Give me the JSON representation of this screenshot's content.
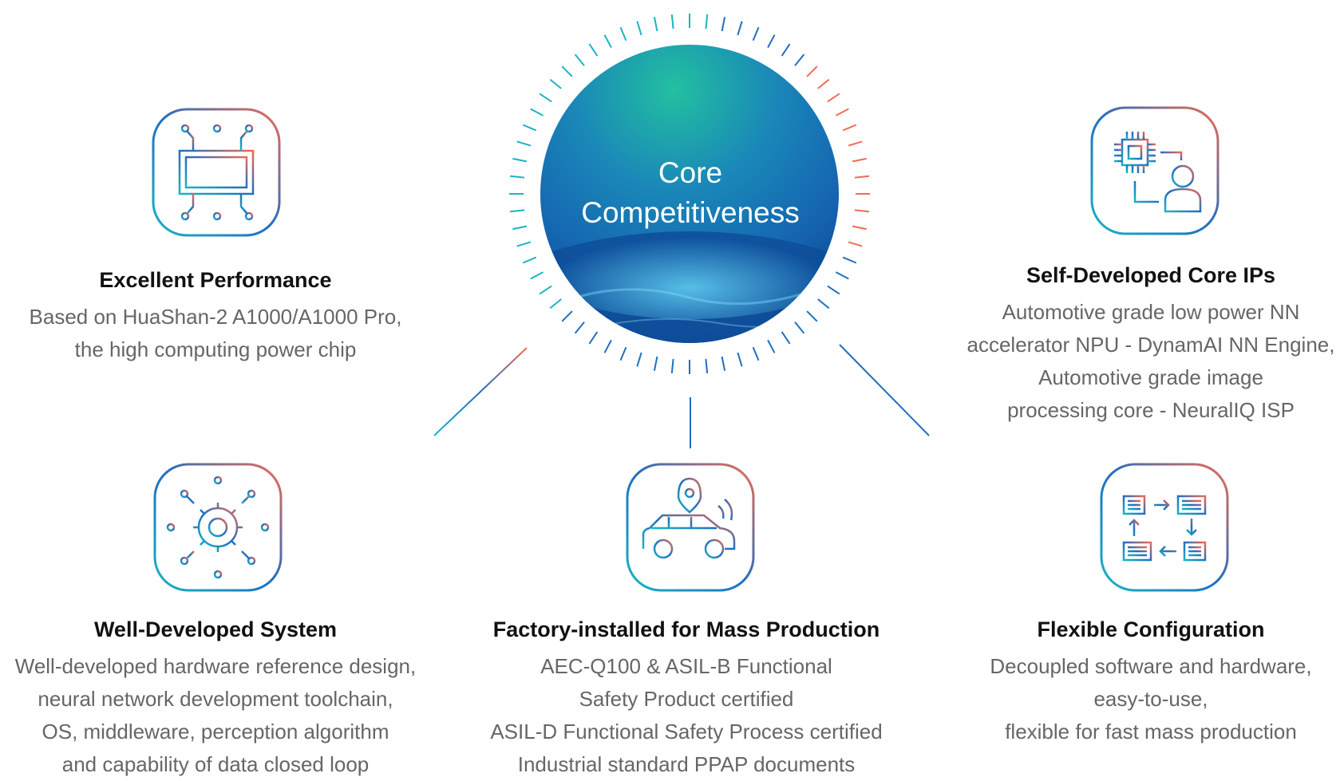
{
  "center": {
    "line1": "Core",
    "line2": "Competitiveness"
  },
  "colors": {
    "teal": "#1ab4c4",
    "blue": "#1f6fc2",
    "coral": "#f06b52",
    "globe_top": "#1db9a0",
    "globe_mid": "#1565b5",
    "globe_deep": "#0c3d80"
  },
  "features": {
    "performance": {
      "icon": "chip-icon",
      "title": "Excellent Performance",
      "lines": [
        "Based on HuaShan-2 A1000/A1000 Pro,",
        "the high computing power chip"
      ]
    },
    "core_ips": {
      "icon": "chip-engineer-icon",
      "title": "Self-Developed Core IPs",
      "lines": [
        "Automotive grade low power NN",
        "accelerator NPU - DynamAI NN Engine,",
        "Automotive grade image",
        "processing core  - NeuralIQ ISP"
      ]
    },
    "system": {
      "icon": "gear-network-icon",
      "title": "Well-Developed System",
      "lines": [
        "Well-developed hardware reference design,",
        "neural network development toolchain,",
        "OS, middleware, perception algorithm",
        "and capability of data closed loop"
      ]
    },
    "mass_production": {
      "icon": "connected-car-icon",
      "title": "Factory-installed for Mass Production",
      "lines": [
        "AEC-Q100 & ASIL-B Functional",
        "Safety Product certified",
        "ASIL-D Functional Safety Process certified",
        "Industrial standard PPAP documents"
      ]
    },
    "flexible": {
      "icon": "config-flow-icon",
      "title": "Flexible Configuration",
      "lines": [
        "Decoupled software and hardware,",
        "easy-to-use,",
        "flexible for fast mass production"
      ]
    }
  }
}
